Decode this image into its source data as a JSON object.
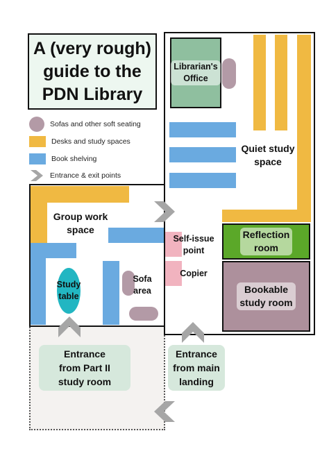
{
  "title": "A (very rough)\nguide to the\nPDN Library",
  "legend": {
    "items": [
      {
        "label": "Sofas and other soft seating",
        "icon": "seating-icon",
        "color": "#b39aa6"
      },
      {
        "label": "Desks and study spaces",
        "icon": "desk-icon",
        "color": "#f0b942"
      },
      {
        "label": "Book shelving",
        "icon": "shelving-icon",
        "color": "#6aaae0"
      },
      {
        "label": "Entrance & exit points",
        "icon": "chevron-icon",
        "color": "#a6a6a6"
      }
    ]
  },
  "areas": {
    "librarians_office": "Librarian's\nOffice",
    "quiet_study": "Quiet study\nspace",
    "group_work": "Group work\nspace",
    "self_issue": "Self-issue\npoint",
    "copier": "Copier",
    "reflection_room": "Reflection\nroom",
    "bookable_room": "Bookable\nstudy room",
    "study_table": "Study\ntable",
    "sofa_area": "Sofa\narea"
  },
  "entrances": {
    "part2": "Entrance\nfrom Part II\nstudy room",
    "main_landing": "Entrance\nfrom main\nlanding"
  },
  "colors": {
    "desk": "#f0b942",
    "shelving": "#6aaae0",
    "seating": "#b39aa6",
    "office": "#8fbf9f",
    "reflection": "#5ba829",
    "bookable": "#ad909c",
    "self_issue": "#f1b3bf",
    "study_table": "#22b6c2",
    "arrow": "#a6a6a6"
  }
}
